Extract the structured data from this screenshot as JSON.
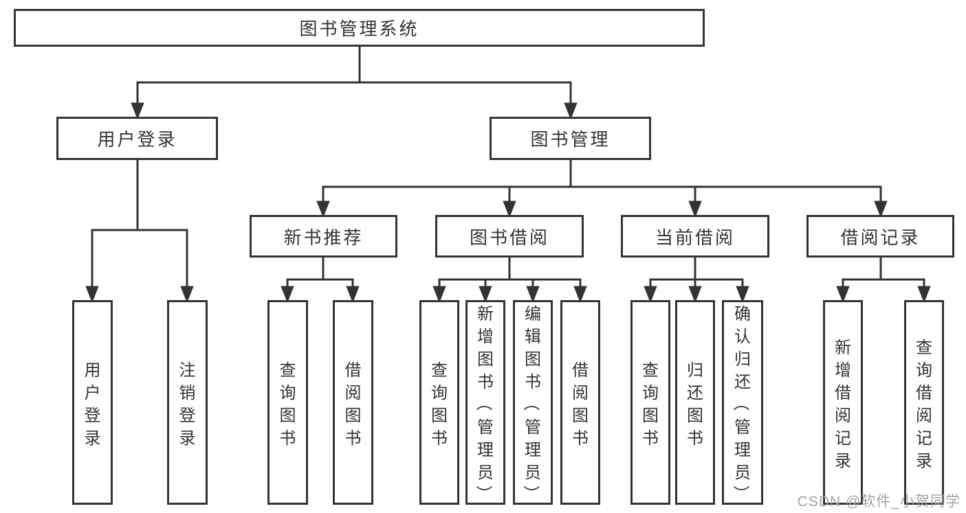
{
  "diagram": {
    "root": {
      "label": "图书管理系统"
    },
    "level2": {
      "user_login": {
        "label": "用户登录"
      },
      "book_management": {
        "label": "图书管理"
      }
    },
    "level3": {
      "new_book_recommend": {
        "label": "新书推荐"
      },
      "book_borrow": {
        "label": "图书借阅"
      },
      "current_borrow": {
        "label": "当前借阅"
      },
      "borrow_records": {
        "label": "借阅记录"
      }
    },
    "leaves": {
      "user_login": "用户登录",
      "logout": "注销登录",
      "rec_query": "查询图书",
      "rec_borrow": "借阅图书",
      "bor_query": "查询图书",
      "bor_add": "新增图书（管理员）",
      "bor_edit": "编辑图书（管理员）",
      "bor_borrow": "借阅图书",
      "cur_query": "查询图书",
      "cur_return": "归还图书",
      "cur_confirm": "确认归还（管理员）",
      "recd_add": "新增借阅记录",
      "recd_query": "查询借阅记录"
    }
  },
  "watermark": "CSDN @软件_小贺同学",
  "colors": {
    "line": "#333333",
    "text": "#333333",
    "box_background": "#ffffff",
    "watermark": "#a2a2a2"
  }
}
